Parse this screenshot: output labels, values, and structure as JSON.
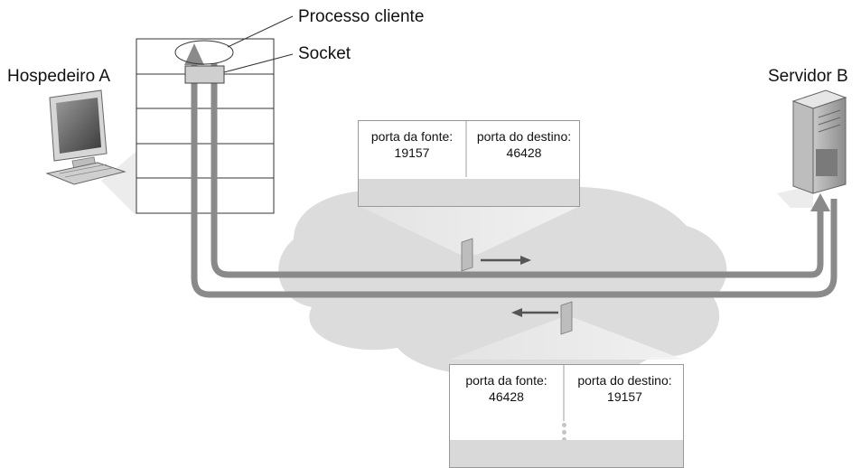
{
  "labels": {
    "host_a": "Hospedeiro A",
    "server_b": "Servidor B",
    "client_process": "Processo cliente",
    "socket": "Socket"
  },
  "segments": [
    {
      "source_label": "porta da fonte:",
      "source_port": "19157",
      "dest_label": "porta do destino:",
      "dest_port": "46428"
    },
    {
      "source_label": "porta da fonte:",
      "source_port": "46428",
      "dest_label": "porta do destino:",
      "dest_port": "19157"
    }
  ],
  "colors": {
    "arrow": "#8a8a8a",
    "cloud": "#dcdcdc",
    "segment_footer": "#d9d9d9"
  }
}
